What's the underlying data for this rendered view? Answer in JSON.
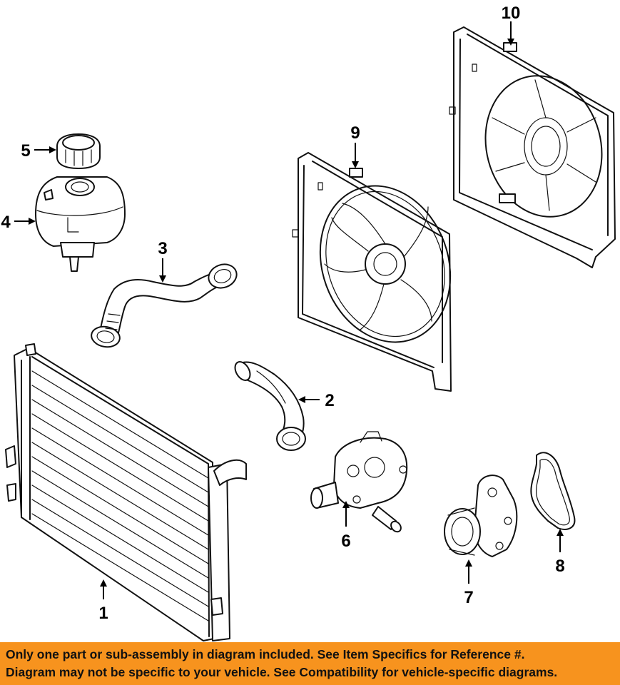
{
  "callouts": {
    "c1": "1",
    "c2": "2",
    "c3": "3",
    "c4": "4",
    "c5": "5",
    "c6": "6",
    "c7": "7",
    "c8": "8",
    "c9": "9",
    "c10": "10"
  },
  "notice": {
    "line1": "Only one part or sub-assembly in diagram included. See Item Specifics for Reference #.",
    "line2": "Diagram may not be specific to your vehicle. See Compatibility for vehicle-specific diagrams."
  },
  "colors": {
    "notice_bg": "#f7931e",
    "line": "#111111"
  }
}
